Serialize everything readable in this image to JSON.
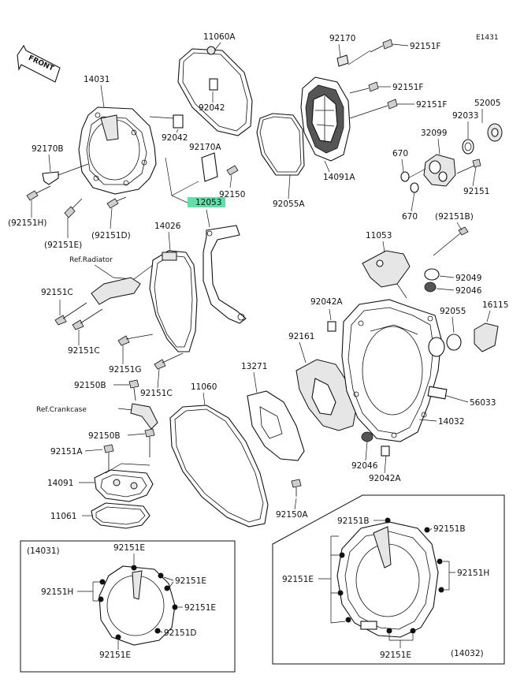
{
  "figure_code": "E1431",
  "front_label": "FRONT",
  "labels": {
    "p11060A": "11060A",
    "p92170": "92170",
    "p92151F_1": "92151F",
    "p14031": "14031",
    "p92042_a": "92042",
    "p92151F_2": "92151F",
    "p92151F_3": "92151F",
    "p52005": "52005",
    "p92033": "92033",
    "p32099": "32099",
    "p92170B": "92170B",
    "p92042_b": "92042",
    "p92170A": "92170A",
    "p14091A": "14091A",
    "p670_a": "670",
    "p92150_a": "92150",
    "p92055A": "92055A",
    "p92151_a": "92151",
    "p12053": "12053",
    "p670_b": "670",
    "p92151H": "(92151H)",
    "p92151E": "(92151E)",
    "p92151D": "(92151D)",
    "p14026": "14026",
    "p92151B_a": "(92151B)",
    "p11053": "11053",
    "ref_radiator": "Ref.Radiator",
    "p92049": "92049",
    "p92046_a": "92046",
    "p92151C_a": "92151C",
    "p92042A_a": "92042A",
    "p92055": "92055",
    "p16115": "16115",
    "p92151C_b": "92151C",
    "p92161": "92161",
    "p92151G": "92151G",
    "p92151C_c": "92151C",
    "p13271": "13271",
    "p92150B_a": "92150B",
    "p11060": "11060",
    "p56033": "56033",
    "ref_crankcase": "Ref.Crankcase",
    "p14032": "14032",
    "p92150B_b": "92150B",
    "p92151A": "92151A",
    "p92046_b": "92046",
    "p92042A_b": "92042A",
    "p14091": "14091",
    "p11061": "11061",
    "p92150A": "92150A"
  },
  "inset_left": {
    "title": "(14031)",
    "l_92151E_top": "92151E",
    "l_92151E_r1": "92151E",
    "l_92151H": "92151H",
    "l_92151E_r2": "92151E",
    "l_92151D": "92151D",
    "l_92151E_bottom": "92151E"
  },
  "inset_right": {
    "title": "(14032)",
    "l_92151B_top": "92151B",
    "l_92151B_right": "92151B",
    "l_92151E_left": "92151E",
    "l_92151H": "92151H",
    "l_92151E_bottom": "92151E"
  },
  "colors": {
    "highlight": "#5fe0a8",
    "line": "#111111",
    "background": "#ffffff"
  }
}
